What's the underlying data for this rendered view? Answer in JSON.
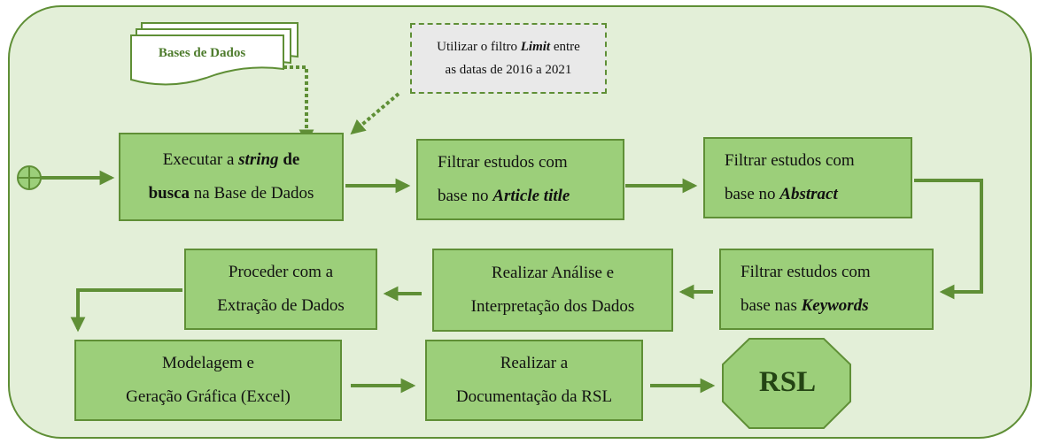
{
  "database_label": "Bases de Dados",
  "note": {
    "line1_pre": "Utilizar o filtro ",
    "line1_em": "Limit",
    "line1_post": " entre",
    "line2": "as datas de 2016 a 2021"
  },
  "steps": {
    "execute": {
      "a_pre": "Executar a ",
      "a_em": "string",
      "a_bold": " de",
      "b_bold": "busca",
      "b_post": " na Base de Dados"
    },
    "title_filter": {
      "line1": "Filtrar estudos com",
      "line2_pre": "base no ",
      "line2_em": "Article title"
    },
    "abstract_filter": {
      "line1": "Filtrar estudos com",
      "line2_pre": "base no ",
      "line2_em": "Abstract"
    },
    "keywords_filter": {
      "line1": "Filtrar estudos com",
      "line2_pre": "base nas ",
      "line2_em": "Keywords"
    },
    "analysis": {
      "line1": "Realizar Análise e",
      "line2": "Interpretação dos Dados"
    },
    "extraction": {
      "line1": "Proceder com a",
      "line2": "Extração de Dados"
    },
    "modeling": {
      "line1": "Modelagem e",
      "line2": "Geração Gráfica (Excel)"
    },
    "documentation": {
      "line1": "Realizar a",
      "line2": "Documentação da RSL"
    }
  },
  "end_label": "RSL",
  "colors": {
    "frame_bg": "#e3efd8",
    "box_fill": "#9ccf7a",
    "stroke": "#5f8f36",
    "note_bg": "#e9e9e9"
  }
}
